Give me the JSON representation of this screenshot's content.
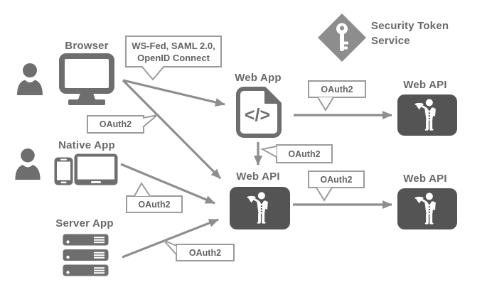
{
  "diagram": {
    "kind": "identity-authentication-flow-diagram"
  },
  "colors": {
    "icon_gray": "#6e6e6e",
    "arrow_gray": "#8e8e8e",
    "api_box_dark": "#545454",
    "diamond_gray": "#8d8d8d",
    "bubble_border": "#9b9b9b",
    "label_text": "#696969",
    "bubble_text": "#646464",
    "background": "#ffffff"
  },
  "nodes": {
    "browser": {
      "label": "Browser"
    },
    "native_app": {
      "label": "Native App"
    },
    "server_app": {
      "label": "Server App"
    },
    "web_app": {
      "label": "Web App",
      "code_glyph": "</>"
    },
    "security_token_service": {
      "label_line1": "Security Token",
      "label_line2": "Service"
    },
    "web_api_top": {
      "label": "Web API"
    },
    "web_api_middle": {
      "label": "Web API"
    },
    "web_api_right": {
      "label": "Web API"
    }
  },
  "bubbles": {
    "federation": {
      "line1": "WS-Fed, SAML 2.0,",
      "line2": "OpenID Connect"
    },
    "oauth2_browser": {
      "label": "OAuth2"
    },
    "oauth2_native": {
      "label": "OAuth2"
    },
    "oauth2_server": {
      "label": "OAuth2"
    },
    "oauth2_webapp_to_api": {
      "label": "OAuth2"
    },
    "oauth2_webapp_down": {
      "label": "OAuth2"
    },
    "oauth2_api_to_api": {
      "label": "OAuth2"
    }
  },
  "icons": {
    "user": "person-icon",
    "browser": "monitor-icon",
    "native_phone": "smartphone-icon",
    "native_tablet": "tablet-icon",
    "server_app": "server-stack-icon",
    "web_app": "code-document-icon",
    "web_api": "waiter-icon",
    "security_token_service": "key-diamond-icon"
  }
}
